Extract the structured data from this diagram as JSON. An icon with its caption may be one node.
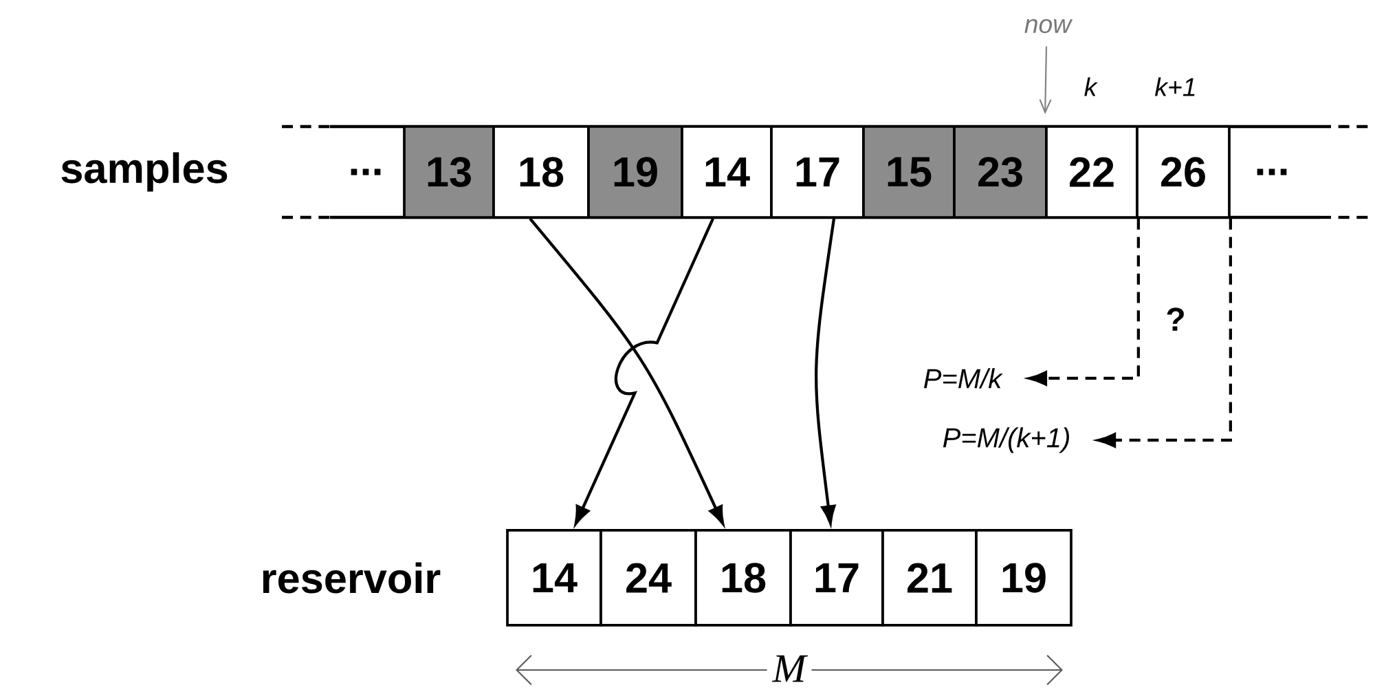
{
  "diagram": {
    "nodes": [
      {
        "text": [
          "13"
        ]
      },
      {
        "text": [
          "18"
        ]
      },
      {
        "text": [
          "19"
        ]
      },
      {
        "text": [
          "14"
        ]
      },
      {
        "text": [
          "17"
        ]
      },
      {
        "text": [
          "15"
        ]
      },
      {
        "text": [
          "23"
        ]
      },
      {
        "text": [
          "22"
        ]
      },
      {
        "text": [
          "26"
        ]
      },
      {
        "text": [
          "P=M/k"
        ]
      },
      {
        "text": [
          "P=M/(k+1)"
        ]
      },
      {
        "text": [
          "14"
        ]
      },
      {
        "text": [
          "24"
        ]
      },
      {
        "text": [
          "18"
        ]
      },
      {
        "text": [
          "17"
        ]
      },
      {
        "text": [
          "21"
        ]
      },
      {
        "text": [
          "19"
        ]
      },
      {
        "text": [
          "now"
        ]
      }
    ],
    "edges": [
      {
        "from": 3,
        "to": 11,
        "arrow": "to"
      },
      {
        "from": 1,
        "to": 13,
        "arrow": "to"
      },
      {
        "from": 4,
        "to": 14,
        "arrow": "to"
      },
      {
        "from": 7,
        "to": 9,
        "arrow": "to",
        "style": "dashed"
      },
      {
        "from": 8,
        "to": 10,
        "arrow": "to",
        "style": "dashed"
      },
      {
        "from": 17,
        "to": 7,
        "arrow": "to",
        "color": "#808080"
      }
    ],
    "labels": [
      "samples",
      "...",
      "...",
      "k",
      "k+1",
      "?",
      "reservoir",
      "M"
    ]
  }
}
